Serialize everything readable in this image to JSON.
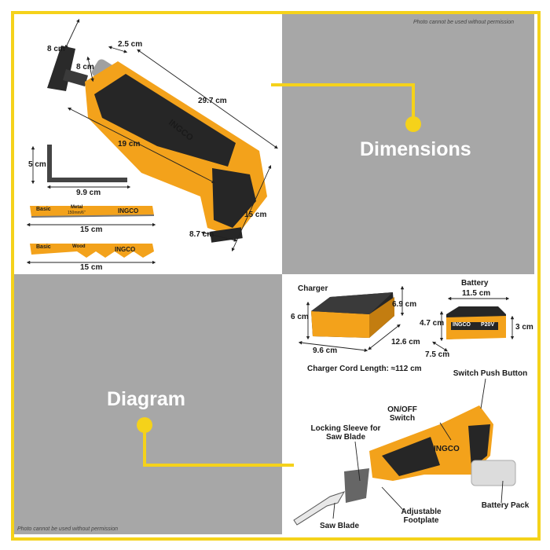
{
  "watermark_top": "Photo cannot be used without permission",
  "watermark_bottom": "Photo cannot be used without permission",
  "headings": {
    "dimensions": "Dimensions",
    "diagram": "Diagram"
  },
  "brand": "INGCO",
  "tool_dimensions": {
    "blade_holder_height": "8 cm",
    "clamp_width": "2.5 cm",
    "clamp_height": "8 cm",
    "overall_length": "29.7 cm",
    "body_length": "19 cm",
    "total_height": "15 cm",
    "handle_base": "8.7 cm"
  },
  "hex_key": {
    "height": "5 cm",
    "width": "9.9 cm"
  },
  "blades": {
    "metal": {
      "length": "15 cm",
      "brand_text": "Basic",
      "type_text": "Metal",
      "size_text": "150mm/6\""
    },
    "wood": {
      "length": "15 cm",
      "brand_text": "Basic",
      "type_text": "Wood"
    }
  },
  "charger": {
    "title": "Charger",
    "height": "6 cm",
    "depth": "6.9 cm",
    "width": "9.6 cm",
    "length": "12.6 cm",
    "cord": "Charger Cord Length: ≈112 cm"
  },
  "battery": {
    "title": "Battery",
    "width": "11.5 cm",
    "height": "4.7 cm",
    "front_height": "3 cm",
    "depth": "7.5 cm",
    "label": "P20V"
  },
  "diagram_labels": {
    "switch_push_button": "Switch Push Button",
    "on_off_switch": "ON/OFF Switch",
    "locking_sleeve": "Locking Sleeve for Saw Blade",
    "saw_blade": "Saw Blade",
    "adjustable_footplate": "Adjustable Footplate",
    "battery_pack": "Battery Pack"
  },
  "colors": {
    "accent": "#f5d21a",
    "tool_orange": "#f3a21b",
    "tool_black": "#262626",
    "panel_grey": "#a7a7a7"
  }
}
